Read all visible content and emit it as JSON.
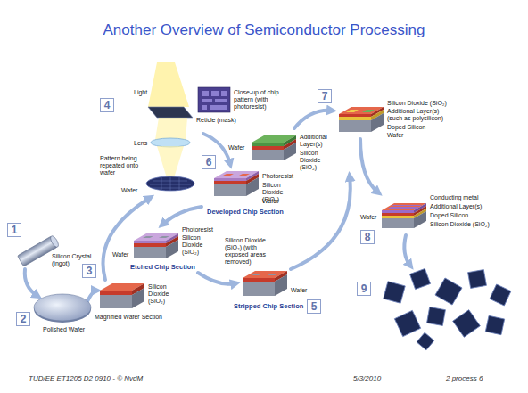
{
  "diagram": {
    "title": "Another Overview of Semiconductor Processing",
    "nodes": [
      {
        "text": [
          "1"
        ]
      },
      {
        "text": [
          "2"
        ]
      },
      {
        "text": [
          "3"
        ]
      },
      {
        "text": [
          "4"
        ]
      },
      {
        "text": [
          "5"
        ]
      },
      {
        "text": [
          "6"
        ]
      },
      {
        "text": [
          "7"
        ]
      },
      {
        "text": [
          "8"
        ]
      },
      {
        "text": [
          "9"
        ]
      }
    ],
    "labels": [
      "Silicon Crystal (ingot)",
      "Polished Wafer",
      "Silicon Dioxide (SiO₂)",
      "Magnified Wafer Section",
      "Light",
      "Reticle (mask)",
      "Lens",
      "Pattern being repeated onto wafer",
      "Wafer",
      "Close-up of chip pattern (with photoresist)",
      "Photoresist",
      "Silicon Dioxide (SiO₂)",
      "Wafer",
      "Developed Chip Section",
      "Photoresist",
      "Silicon Dioxide (SiO₂)",
      "Wafer",
      "Etched Chip Section",
      "Silicon Dioxide (SiO₂) (with exposed areas removed)",
      "Wafer",
      "Stripped Chip Section",
      "Additional Layer(s)",
      "Wafer",
      "Silicon Dioxide (SiO₂)",
      "Silicon Dioxide (SiO₂)",
      "Additional Layer(s) (such as polysilicon)",
      "Doped Silicon",
      "Wafer",
      "Conducting metal",
      "Additional Layer(s)",
      "Doped Silicon",
      "Silicon Dioxide (SiO₂)",
      "Wafer",
      "TUD/EE ET1205 D2 0910 - © NvdM",
      "5/3/2010",
      "2 process 6"
    ]
  }
}
